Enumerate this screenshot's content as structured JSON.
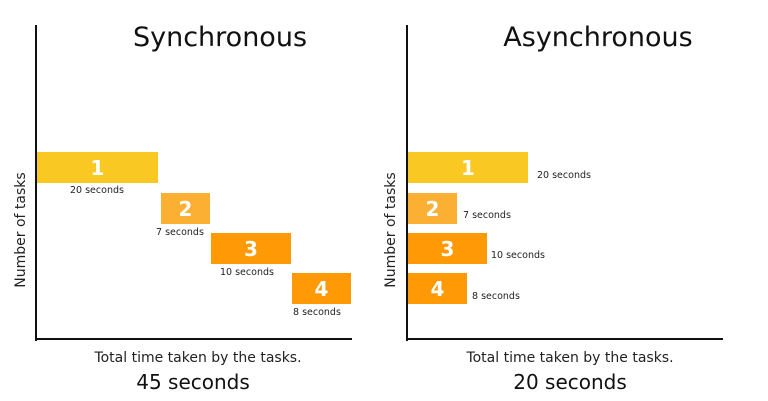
{
  "colors": {
    "task1": "#F9C823",
    "task2": "#FBB034",
    "task3": "#FF9905",
    "task4": "#FF9905",
    "axis": "#111111"
  },
  "panels": [
    {
      "title": "Synchronous",
      "ylabel": "Number of tasks",
      "caption": "Total time taken by the tasks.",
      "total": "45 seconds",
      "tasks": [
        {
          "label": "1",
          "duration": "20 seconds"
        },
        {
          "label": "2",
          "duration": "7 seconds"
        },
        {
          "label": "3",
          "duration": "10 seconds"
        },
        {
          "label": "4",
          "duration": "8 seconds"
        }
      ]
    },
    {
      "title": "Asynchronous",
      "ylabel": "Number of tasks",
      "caption": "Total time taken by the tasks.",
      "total": "20 seconds",
      "tasks": [
        {
          "label": "1",
          "duration": "20 seconds"
        },
        {
          "label": "2",
          "duration": "7 seconds"
        },
        {
          "label": "3",
          "duration": "10 seconds"
        },
        {
          "label": "4",
          "duration": "8 seconds"
        }
      ]
    }
  ],
  "chart_data": [
    {
      "type": "bar",
      "orientation": "horizontal-gantt",
      "title": "Synchronous",
      "xlabel": "Total time taken by the tasks.",
      "ylabel": "Number of tasks",
      "categories": [
        "1",
        "2",
        "3",
        "4"
      ],
      "starts": [
        0,
        20,
        27,
        37
      ],
      "values": [
        20,
        7,
        10,
        8
      ],
      "units": "seconds",
      "total": 45
    },
    {
      "type": "bar",
      "orientation": "horizontal-gantt",
      "title": "Asynchronous",
      "xlabel": "Total time taken by the tasks.",
      "ylabel": "Number of tasks",
      "categories": [
        "1",
        "2",
        "3",
        "4"
      ],
      "starts": [
        0,
        0,
        0,
        0
      ],
      "values": [
        20,
        7,
        10,
        8
      ],
      "units": "seconds",
      "total": 20
    }
  ]
}
